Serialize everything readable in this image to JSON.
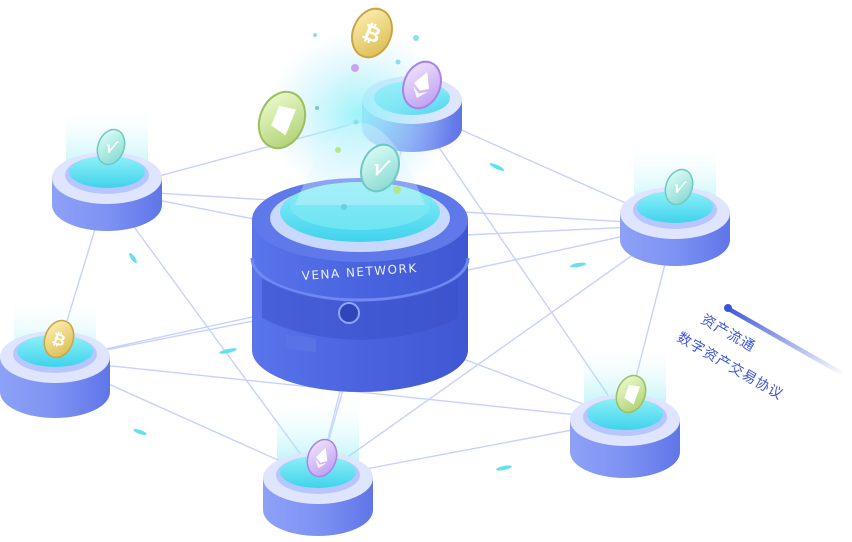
{
  "hub": {
    "label": "VENA NETWORK"
  },
  "caption": {
    "line1": "资产流通",
    "line2": "数字资产交易协议"
  },
  "nodes": [
    {
      "id": "node-top",
      "coin": "ethereum"
    },
    {
      "id": "node-left-upper",
      "coin": "vena"
    },
    {
      "id": "node-right-upper",
      "coin": "vena"
    },
    {
      "id": "node-left-lower",
      "coin": "bitcoin"
    },
    {
      "id": "node-right-lower",
      "coin": "neo"
    },
    {
      "id": "node-bottom",
      "coin": "ethereum"
    }
  ],
  "floating_coins": [
    "bitcoin",
    "ethereum",
    "neo",
    "vena"
  ],
  "glyphs": {
    "bitcoin": "₿",
    "vena": "√",
    "ethereum": "◆"
  },
  "colors": {
    "node_side": "#6f86f0",
    "node_top": "#dfe5ff",
    "cyan": "#57e3f2",
    "hub": "#4a64e0",
    "line": "#c7d1ff",
    "caption": "#3b55d8"
  }
}
